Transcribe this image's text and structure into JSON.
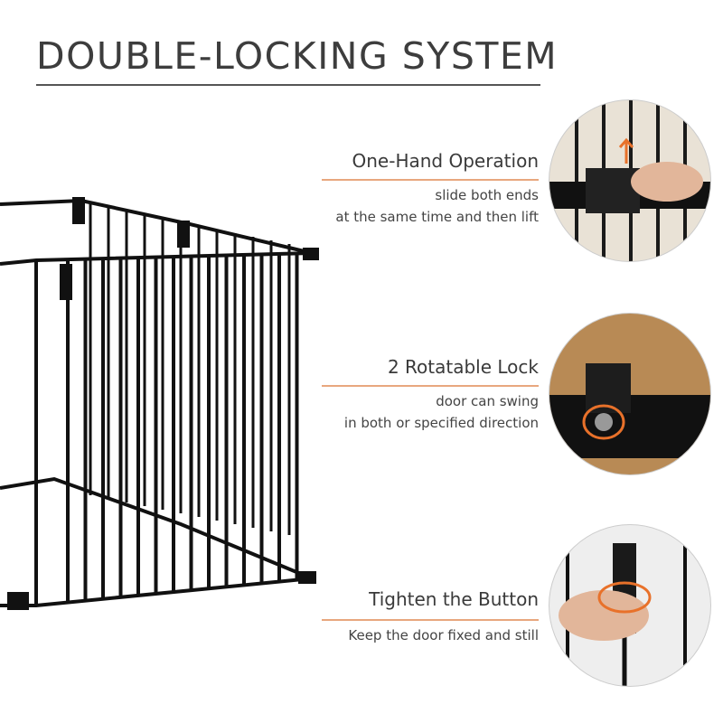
{
  "title": "DOUBLE-LOCKING SYSTEM",
  "features": [
    {
      "heading": "One-Hand Operation",
      "lines": [
        "slide both ends",
        "at the same time and then lift"
      ]
    },
    {
      "heading": "2 Rotatable Lock",
      "lines": [
        "door can swing",
        "in both or specified direction"
      ]
    },
    {
      "heading": "Tighten the Button",
      "lines": [
        "Keep the door fixed and still"
      ]
    }
  ],
  "colors": {
    "accent": "#e8712a",
    "rule": "#e8a77e",
    "text": "#3d3d3d"
  }
}
